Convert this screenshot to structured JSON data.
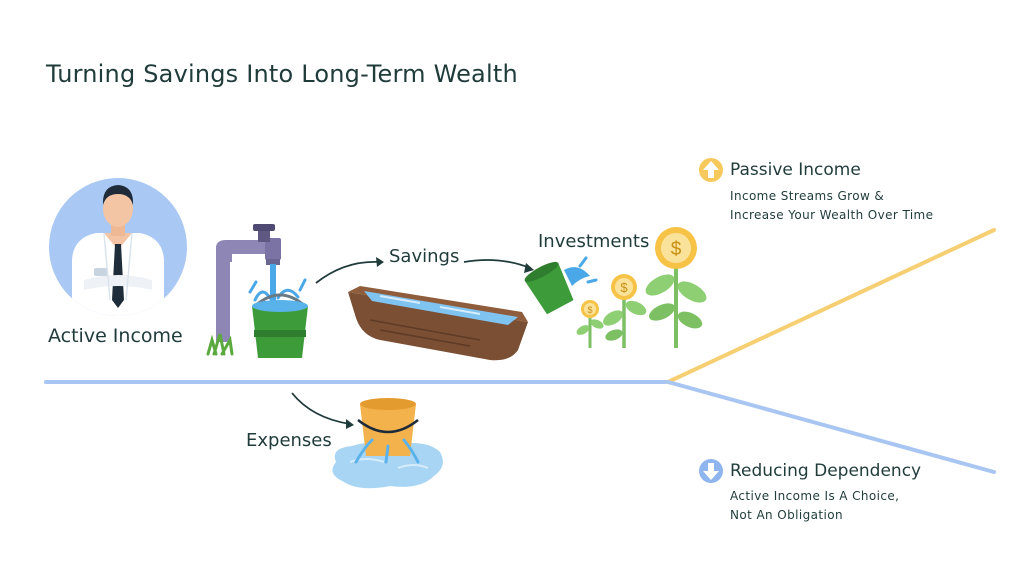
{
  "title": "Turning Savings Into Long-Term Wealth",
  "labels": {
    "active_income": "Active Income",
    "savings": "Savings",
    "investments": "Investments",
    "expenses": "Expenses"
  },
  "outcomes": {
    "passive": {
      "title": "Passive Income",
      "line1": "Income Streams Grow &",
      "line2": "Increase Your Wealth Over Time"
    },
    "reducing": {
      "title": "Reducing Dependency",
      "line1": "Active Income Is A Choice,",
      "line2": "Not An Obligation"
    }
  },
  "coin_symbol": "$",
  "colors": {
    "text": "#1f3b3a",
    "main_line": "#a9c6f2",
    "up_line": "#f6cf72",
    "down_line": "#a9c6f2",
    "up_badge": "#f7c95c",
    "down_badge": "#8fb5ee",
    "water": "#5ab2ea",
    "plant": "#8fcf74",
    "coin": "#f6c347"
  },
  "icons": {
    "person": "businessman-avatar-icon",
    "tap": "water-tap-icon",
    "bucket": "green-bucket-icon",
    "trough": "wooden-trough-icon",
    "pouring_bucket": "pouring-bucket-icon",
    "plants": "money-plant-icon",
    "leaking_bucket": "leaking-bucket-icon",
    "up": "up-arrow-badge-icon",
    "down": "down-arrow-badge-icon"
  }
}
